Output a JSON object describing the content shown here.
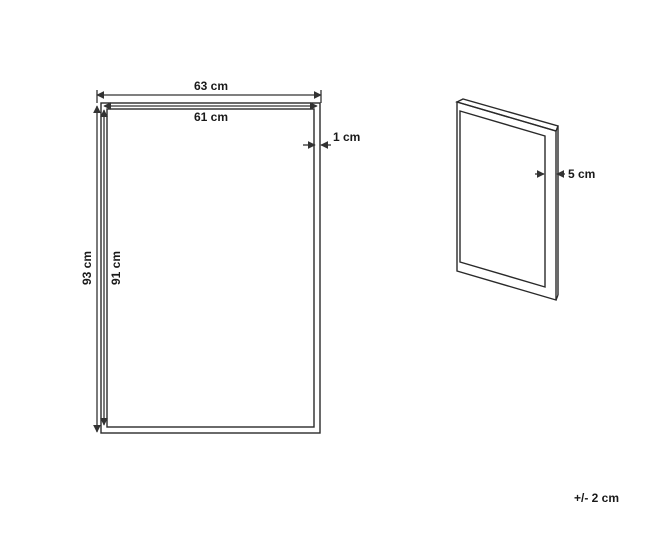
{
  "diagram": {
    "front": {
      "outer_width": "63 cm",
      "inner_width": "61 cm",
      "frame_border": "1 cm",
      "outer_height": "93 cm",
      "inner_height": "91 cm"
    },
    "side": {
      "depth": "5 cm"
    },
    "tolerance": "+/- 2 cm"
  }
}
